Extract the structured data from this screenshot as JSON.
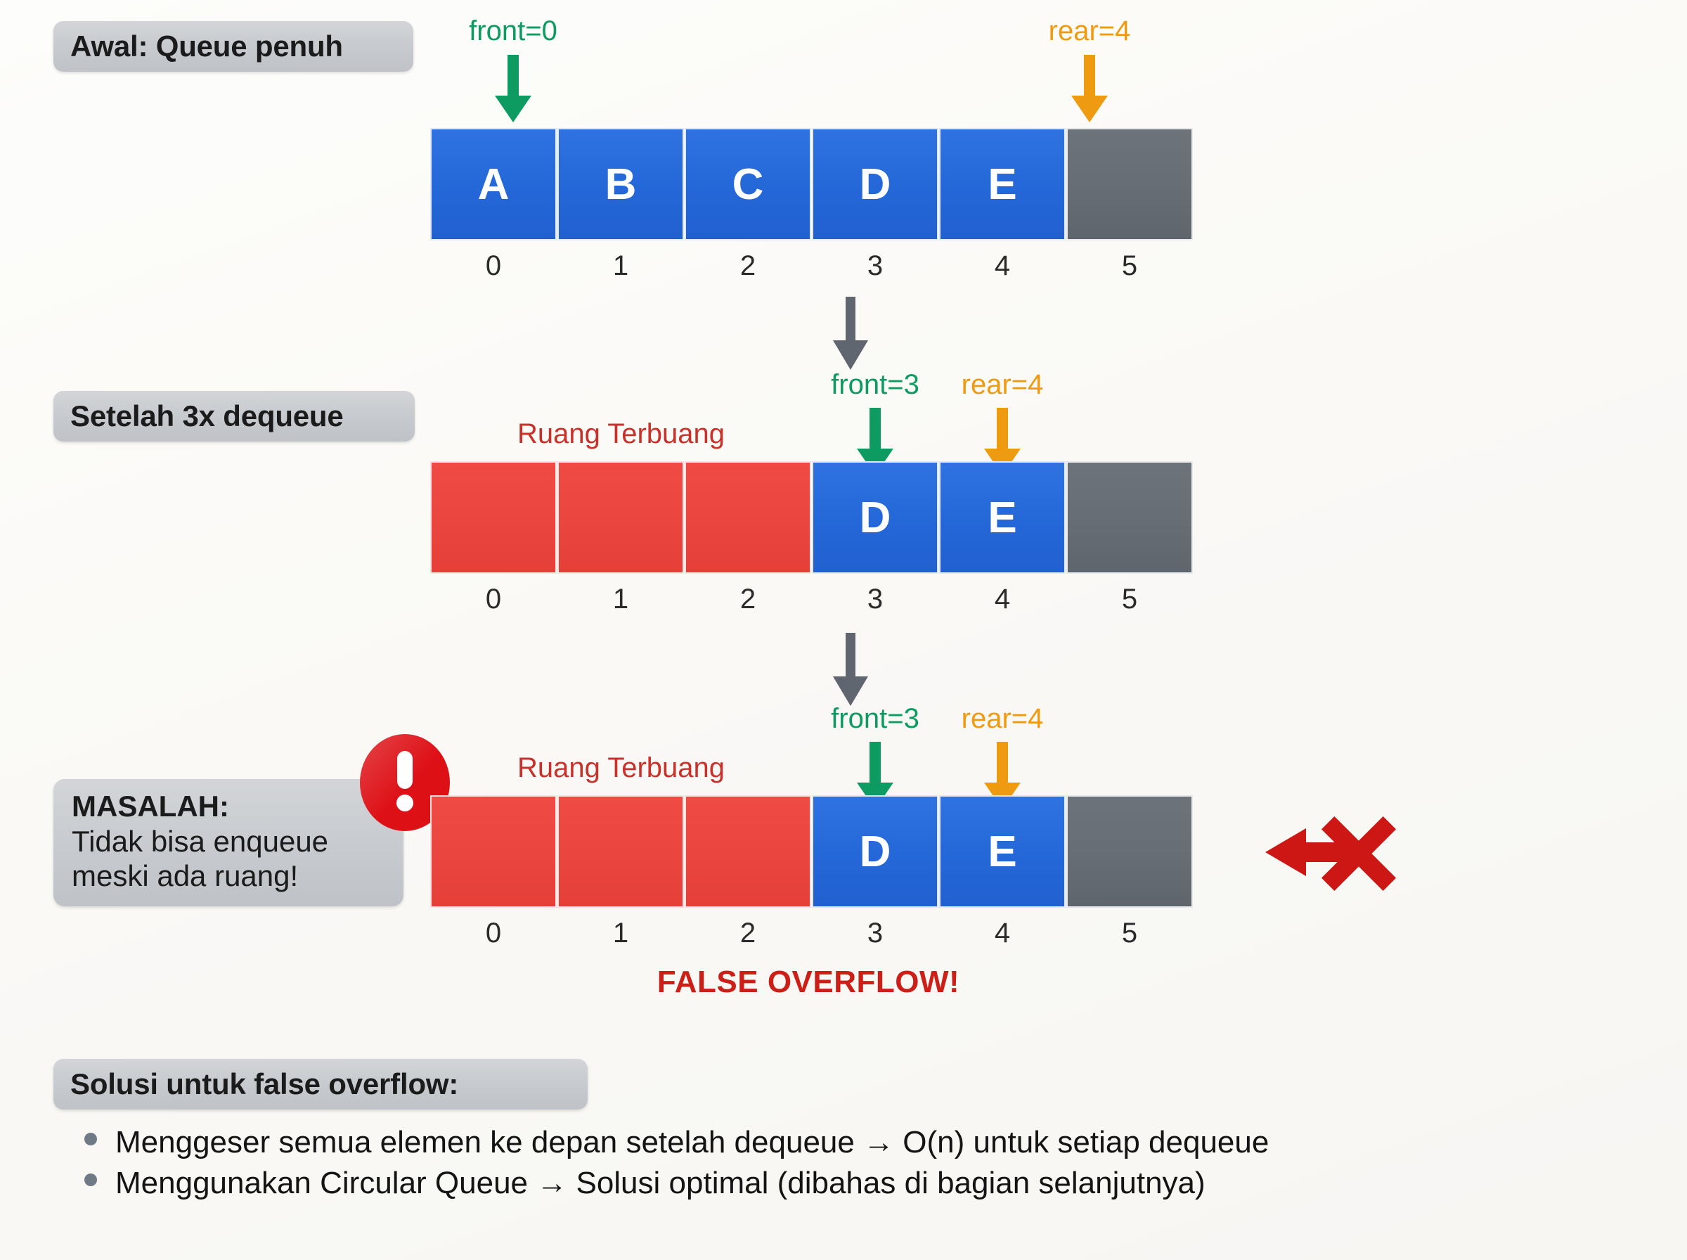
{
  "meta": {
    "colors": {
      "filled": "#2467d8",
      "wasted": "#ea453e",
      "empty": "#676d75",
      "front": "#0d9b62",
      "rear": "#ef9b12",
      "danger": "#cc1f17",
      "chip": "#c7cace",
      "flow": "#5f6670"
    }
  },
  "rows": [
    {
      "chip_label": "Awal: Queue penuh",
      "front": {
        "label": "front=0",
        "index": 0
      },
      "rear": {
        "label": "rear=4",
        "index": 4
      },
      "wasted_label": null,
      "cells": [
        {
          "value": "A",
          "state": "filled"
        },
        {
          "value": "B",
          "state": "filled"
        },
        {
          "value": "C",
          "state": "filled"
        },
        {
          "value": "D",
          "state": "filled"
        },
        {
          "value": "E",
          "state": "filled"
        },
        {
          "value": "",
          "state": "empty"
        }
      ],
      "indices": [
        "0",
        "1",
        "2",
        "3",
        "4",
        "5"
      ]
    },
    {
      "chip_label": "Setelah 3x dequeue",
      "front": {
        "label": "front=3",
        "index": 3
      },
      "rear": {
        "label": "rear=4",
        "index": 4
      },
      "wasted_label": "Ruang Terbuang",
      "cells": [
        {
          "value": "",
          "state": "wasted"
        },
        {
          "value": "",
          "state": "wasted"
        },
        {
          "value": "",
          "state": "wasted"
        },
        {
          "value": "D",
          "state": "filled"
        },
        {
          "value": "E",
          "state": "filled"
        },
        {
          "value": "",
          "state": "empty"
        }
      ],
      "indices": [
        "0",
        "1",
        "2",
        "3",
        "4",
        "5"
      ]
    },
    {
      "chip_label": null,
      "front": {
        "label": "front=3",
        "index": 3
      },
      "rear": {
        "label": "rear=4",
        "index": 4
      },
      "wasted_label": "Ruang Terbuang",
      "cells": [
        {
          "value": "",
          "state": "wasted"
        },
        {
          "value": "",
          "state": "wasted"
        },
        {
          "value": "",
          "state": "wasted"
        },
        {
          "value": "D",
          "state": "filled"
        },
        {
          "value": "E",
          "state": "filled"
        },
        {
          "value": "",
          "state": "empty"
        }
      ],
      "indices": [
        "0",
        "1",
        "2",
        "3",
        "4",
        "5"
      ]
    }
  ],
  "problem": {
    "line1": "MASALAH:",
    "line2": "Tidak bisa enqueue",
    "line3": "meski ada ruang!"
  },
  "overflow_text": "FALSE OVERFLOW!",
  "solution": {
    "chip_label": "Solusi untuk false overflow:",
    "items": [
      "Menggeser semua elemen ke depan setelah dequeue → O(n) untuk setiap dequeue",
      "Menggunakan Circular Queue → Solusi optimal (dibahas di bagian selanjutnya)"
    ]
  },
  "icons": {
    "warning": "!",
    "blocked": "blocked-x"
  }
}
